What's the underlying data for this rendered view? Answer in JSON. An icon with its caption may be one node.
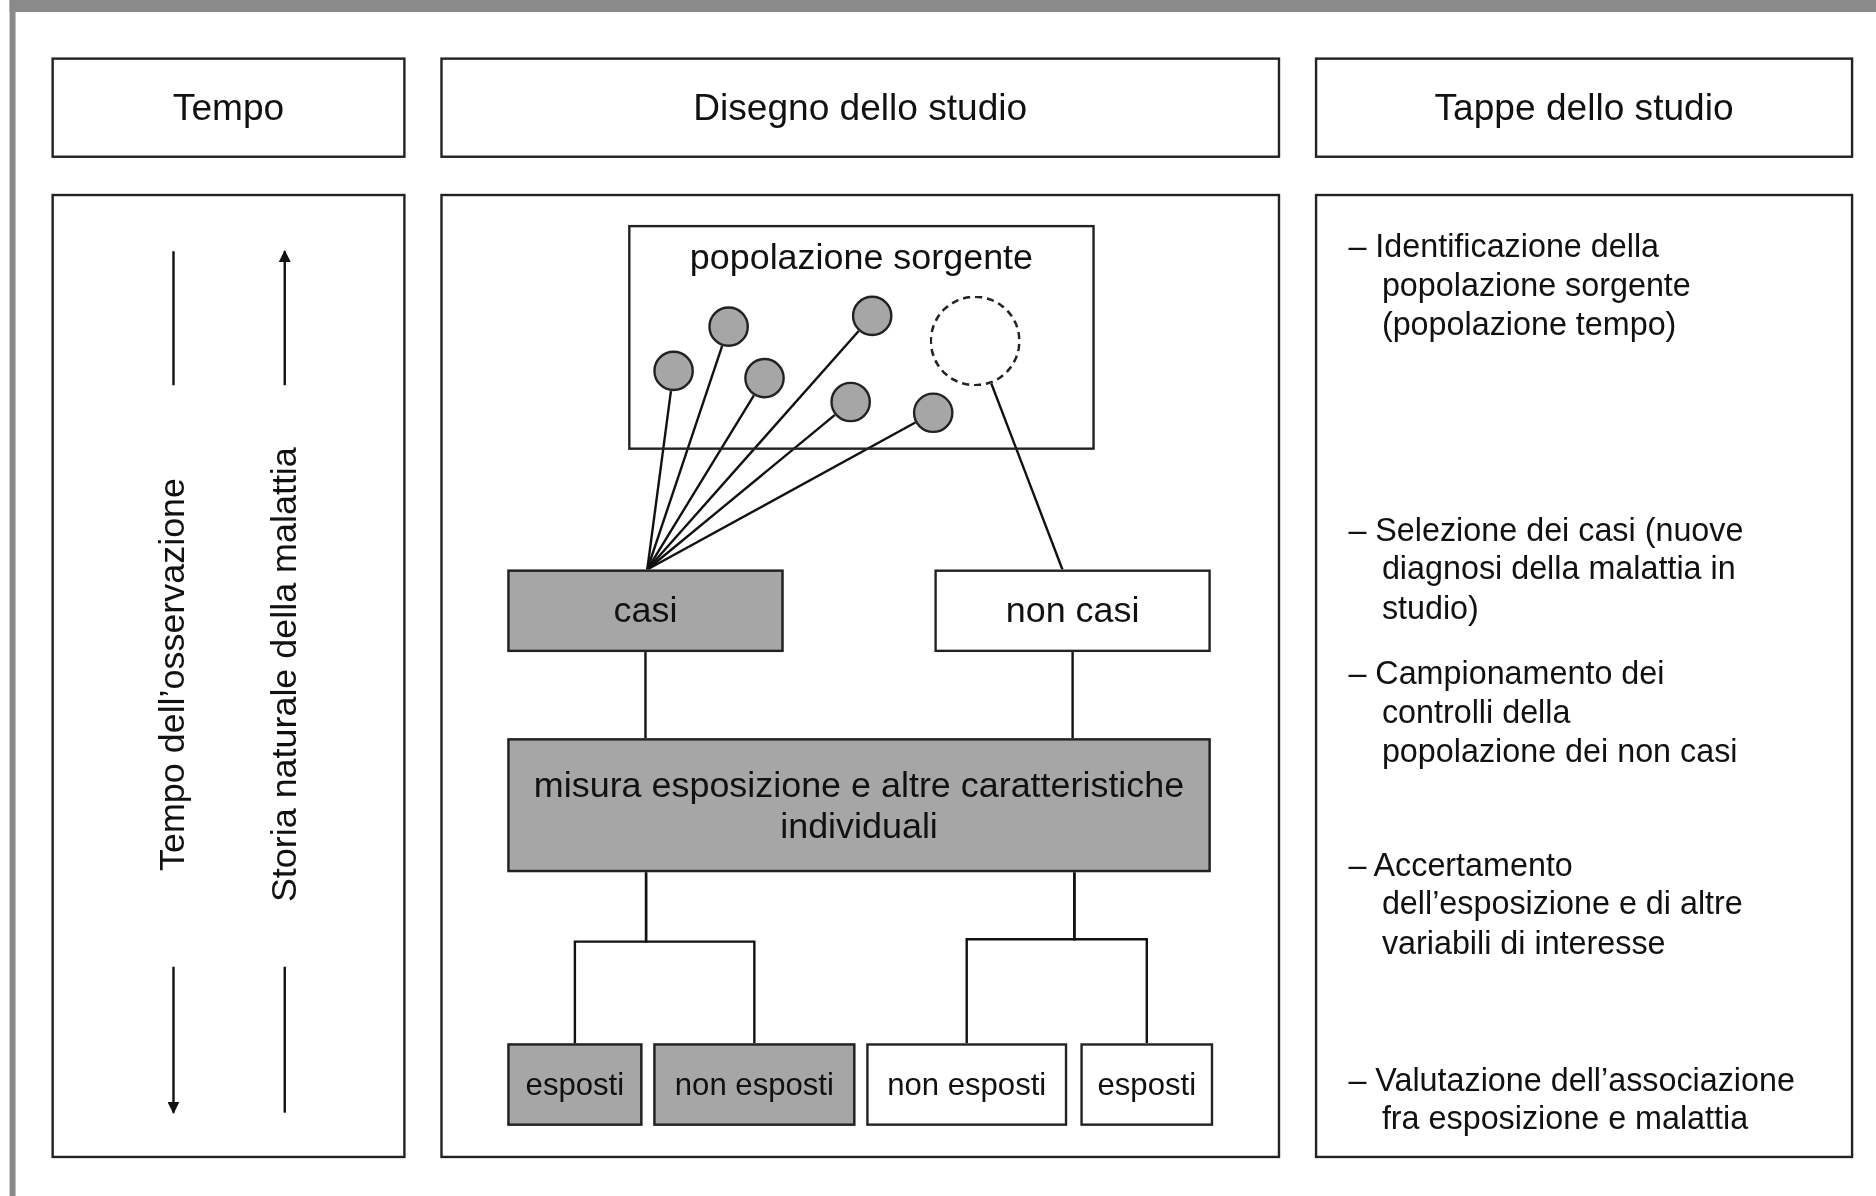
{
  "diagram": {
    "nodes": [
      {
        "text": [
          "Tempo"
        ]
      },
      {
        "text": [
          "Disegno dello studio"
        ]
      },
      {
        "text": [
          "Tappe dello studio"
        ]
      },
      {
        "text": [
          "Tempo dell’osservazione",
          "Storia naturale della malattia"
        ]
      },
      {
        "text": [],
        "shape": "box"
      },
      {
        "text": [
          "popolazione sorgente"
        ],
        "in": 4
      },
      {
        "text": [],
        "shape": "circle",
        "in": 5
      },
      {
        "text": [],
        "shape": "circle",
        "in": 5
      },
      {
        "text": [],
        "shape": "circle",
        "in": 5
      },
      {
        "text": [],
        "shape": "circle",
        "in": 5
      },
      {
        "text": [],
        "shape": "circle",
        "in": 5
      },
      {
        "text": [],
        "shape": "circle",
        "in": 5
      },
      {
        "text": [],
        "shape": "circle",
        "in": 5
      },
      {
        "text": [
          "casi"
        ],
        "in": 4
      },
      {
        "text": [
          "non casi"
        ],
        "in": 4
      },
      {
        "text": [
          "misura esposizione e altre caratteristiche individuali"
        ],
        "in": 4
      },
      {
        "text": [
          "esposti"
        ],
        "in": 4
      },
      {
        "text": [
          "non esposti"
        ],
        "in": 4
      },
      {
        "text": [
          "non esposti"
        ],
        "in": 4
      },
      {
        "text": [
          "esposti"
        ],
        "in": 4
      },
      {
        "text": [
          "– Identificazione della popolazione sorgente (popolazione tempo)",
          "– Selezione dei casi (nuove diagnosi della malattia in studio)",
          "– Campionamento dei controlli della popolazione dei non casi",
          "– Accertamento dell’esposizione e di altre variabili di interesse",
          "– Valutazione dell’associazione fra esposizione e malattia"
        ]
      }
    ],
    "edges": [
      {
        "from": 6,
        "to": 13,
        "arrow": "none"
      },
      {
        "from": 7,
        "to": 13,
        "arrow": "none"
      },
      {
        "from": 8,
        "to": 13,
        "arrow": "none"
      },
      {
        "from": 9,
        "to": 13,
        "arrow": "none"
      },
      {
        "from": 10,
        "to": 13,
        "arrow": "none"
      },
      {
        "from": 11,
        "to": 13,
        "arrow": "none"
      },
      {
        "from": 12,
        "to": 14,
        "arrow": "none"
      },
      {
        "from": 13,
        "to": 15,
        "arrow": "none"
      },
      {
        "from": 14,
        "to": 15,
        "arrow": "none"
      },
      {
        "from": 15,
        "to": 16,
        "arrow": "none"
      },
      {
        "from": 15,
        "to": 17,
        "arrow": "none"
      },
      {
        "from": 15,
        "to": 18,
        "arrow": "none"
      },
      {
        "from": 15,
        "to": 19,
        "arrow": "none"
      }
    ]
  }
}
